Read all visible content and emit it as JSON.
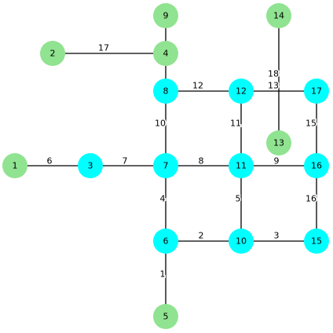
{
  "graph": {
    "colors": {
      "edge": "#000000",
      "node_green": "#90e390",
      "node_cyan": "#00ffff",
      "label_text": "#000000",
      "edge_label_bg": "#ffffff"
    },
    "nodes": [
      {
        "id": "1",
        "label": "1",
        "color": "green"
      },
      {
        "id": "2",
        "label": "2",
        "color": "green"
      },
      {
        "id": "3",
        "label": "3",
        "color": "cyan"
      },
      {
        "id": "4",
        "label": "4",
        "color": "green"
      },
      {
        "id": "5",
        "label": "5",
        "color": "green"
      },
      {
        "id": "6",
        "label": "6",
        "color": "cyan"
      },
      {
        "id": "7",
        "label": "7",
        "color": "cyan"
      },
      {
        "id": "8",
        "label": "8",
        "color": "cyan"
      },
      {
        "id": "9",
        "label": "9",
        "color": "green"
      },
      {
        "id": "10",
        "label": "10",
        "color": "cyan"
      },
      {
        "id": "11",
        "label": "11",
        "color": "cyan"
      },
      {
        "id": "12",
        "label": "12",
        "color": "cyan"
      },
      {
        "id": "13",
        "label": "13",
        "color": "green"
      },
      {
        "id": "14",
        "label": "14",
        "color": "green"
      },
      {
        "id": "15",
        "label": "15",
        "color": "cyan"
      },
      {
        "id": "16",
        "label": "16",
        "color": "cyan"
      },
      {
        "id": "17",
        "label": "17",
        "color": "cyan"
      }
    ],
    "edges": [
      {
        "id": "e1",
        "from": "5",
        "to": "6",
        "label": "1"
      },
      {
        "id": "e2",
        "from": "6",
        "to": "10",
        "label": "2"
      },
      {
        "id": "e3",
        "from": "10",
        "to": "15",
        "label": "3"
      },
      {
        "id": "e4",
        "from": "6",
        "to": "7",
        "label": "4"
      },
      {
        "id": "e5",
        "from": "10",
        "to": "11",
        "label": "5"
      },
      {
        "id": "e6",
        "from": "1",
        "to": "3",
        "label": "6"
      },
      {
        "id": "e7",
        "from": "3",
        "to": "7",
        "label": "7"
      },
      {
        "id": "e8",
        "from": "7",
        "to": "11",
        "label": "8"
      },
      {
        "id": "e9",
        "from": "11",
        "to": "16",
        "label": "9"
      },
      {
        "id": "e10",
        "from": "7",
        "to": "8",
        "label": "10"
      },
      {
        "id": "e11",
        "from": "11",
        "to": "12",
        "label": "11"
      },
      {
        "id": "e12",
        "from": "8",
        "to": "12",
        "label": "12"
      },
      {
        "id": "e13",
        "from": "12",
        "to": "17",
        "label": "13"
      },
      {
        "id": "e15",
        "from": "16",
        "to": "17",
        "label": "15"
      },
      {
        "id": "e16",
        "from": "15",
        "to": "16",
        "label": "16"
      },
      {
        "id": "e17",
        "from": "2",
        "to": "4",
        "label": "17"
      },
      {
        "id": "e18",
        "from": "14",
        "to": "13",
        "label": "18"
      },
      {
        "id": "e19",
        "from": "4",
        "to": "8",
        "label": ""
      },
      {
        "id": "e20",
        "from": "9",
        "to": "4",
        "label": ""
      }
    ]
  }
}
